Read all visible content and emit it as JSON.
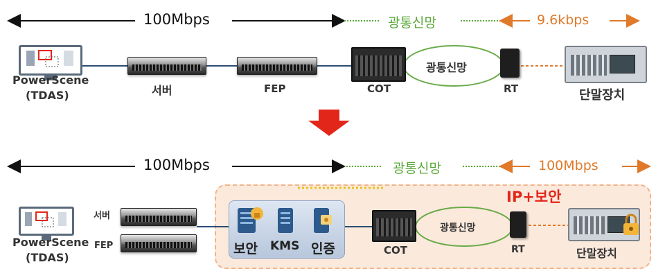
{
  "top": {
    "speed_label": "100Mbps",
    "fiber_label": "광통신망",
    "rt_speed_label": "9.6kbps",
    "ring_label": "광통신망",
    "nodes": {
      "powerscene": "PowerScene",
      "tdas": "(TDAS)",
      "server": "서버",
      "fep": "FEP",
      "cot": "COT",
      "rt": "RT",
      "terminal": "단말장치"
    }
  },
  "bottom": {
    "speed_label": "100Mbps",
    "fiber_label": "광통신망",
    "rt_speed_label": "100Mbps",
    "ring_label": "광통신망",
    "zone_title": "IP+보안",
    "nodes": {
      "powerscene": "PowerScene",
      "tdas": "(TDAS)",
      "server": "서버",
      "fep": "FEP",
      "security": "보안",
      "kms": "KMS",
      "auth": "인증",
      "cot": "COT",
      "rt": "RT",
      "terminal": "단말장치"
    }
  },
  "colors": {
    "fiber": "#5aa83a",
    "serial": "#e07a2a",
    "arrow": "#e3261a",
    "zone": "#fbe9dc"
  }
}
